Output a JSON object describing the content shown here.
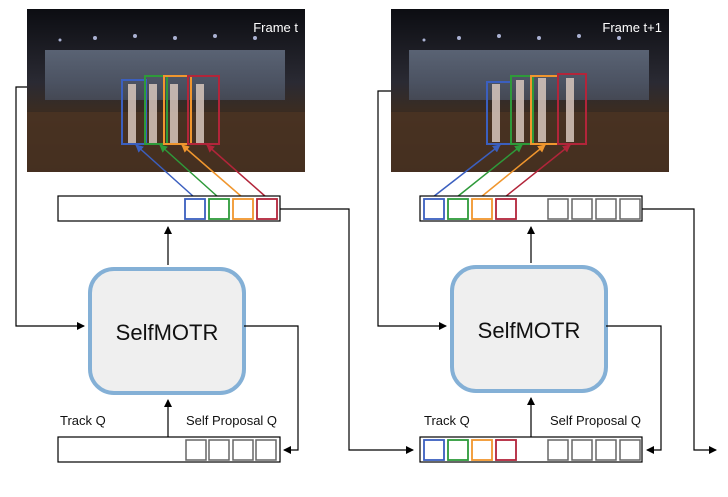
{
  "frames": [
    {
      "label": "Frame t"
    },
    {
      "label": "Frame t+1"
    }
  ],
  "model": {
    "label": "SelfMOTR"
  },
  "queues": {
    "track_label": "Track Q",
    "proposal_label": "Self Proposal Q"
  },
  "colors": {
    "blue": "#3b5fbf",
    "green": "#2e9a3a",
    "orange": "#f0962e",
    "red": "#b2253a",
    "gray": "#666666",
    "model_fill": "#efefef",
    "model_stroke": "#84b0d6",
    "line": "#000000"
  },
  "icons": {
    "arrow": "arrowhead-icon"
  }
}
